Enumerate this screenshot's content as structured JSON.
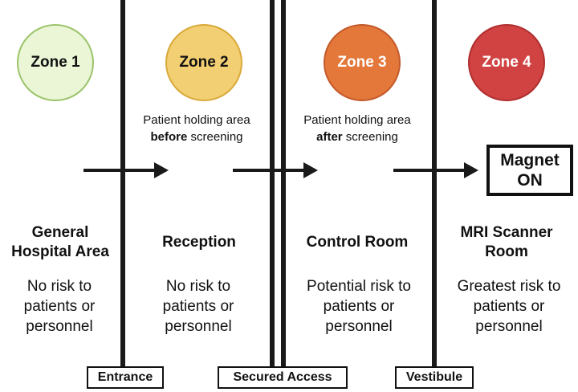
{
  "zones": [
    {
      "label": "Zone 1",
      "fill": "#eaf6d6",
      "border": "#9cc46a",
      "text_color": "#111111"
    },
    {
      "label": "Zone 2",
      "fill": "#f2cf73",
      "border": "#d9a93a",
      "text_color": "#111111"
    },
    {
      "label": "Zone 3",
      "fill": "#e3783a",
      "border": "#c4592a",
      "text_color": "#ffffff"
    },
    {
      "label": "Zone 4",
      "fill": "#d14343",
      "border": "#b02e2e",
      "text_color": "#ffffff"
    }
  ],
  "notes": [
    {
      "line1": "Patient holding area",
      "bold": "before",
      "rest": " screening"
    },
    {
      "line1": "Patient holding area",
      "bold": "after",
      "rest": " screening"
    }
  ],
  "magnet": {
    "line1": "Magnet",
    "line2": "ON"
  },
  "areas": [
    {
      "title": "General Hospital Area",
      "risk": [
        "No risk to",
        "patients or",
        "personnel"
      ]
    },
    {
      "title": "Reception",
      "risk": [
        "No risk to",
        "patients or",
        "personnel"
      ]
    },
    {
      "title": "Control Room",
      "risk": [
        "Potential risk to",
        "patients or",
        "personnel"
      ]
    },
    {
      "title": "MRI Scanner Room",
      "risk": [
        "Greatest risk to",
        "patients or",
        "personnel"
      ]
    }
  ],
  "gates": {
    "entrance": "Entrance",
    "secured": "Secured Access",
    "vestibule": "Vestibule"
  }
}
